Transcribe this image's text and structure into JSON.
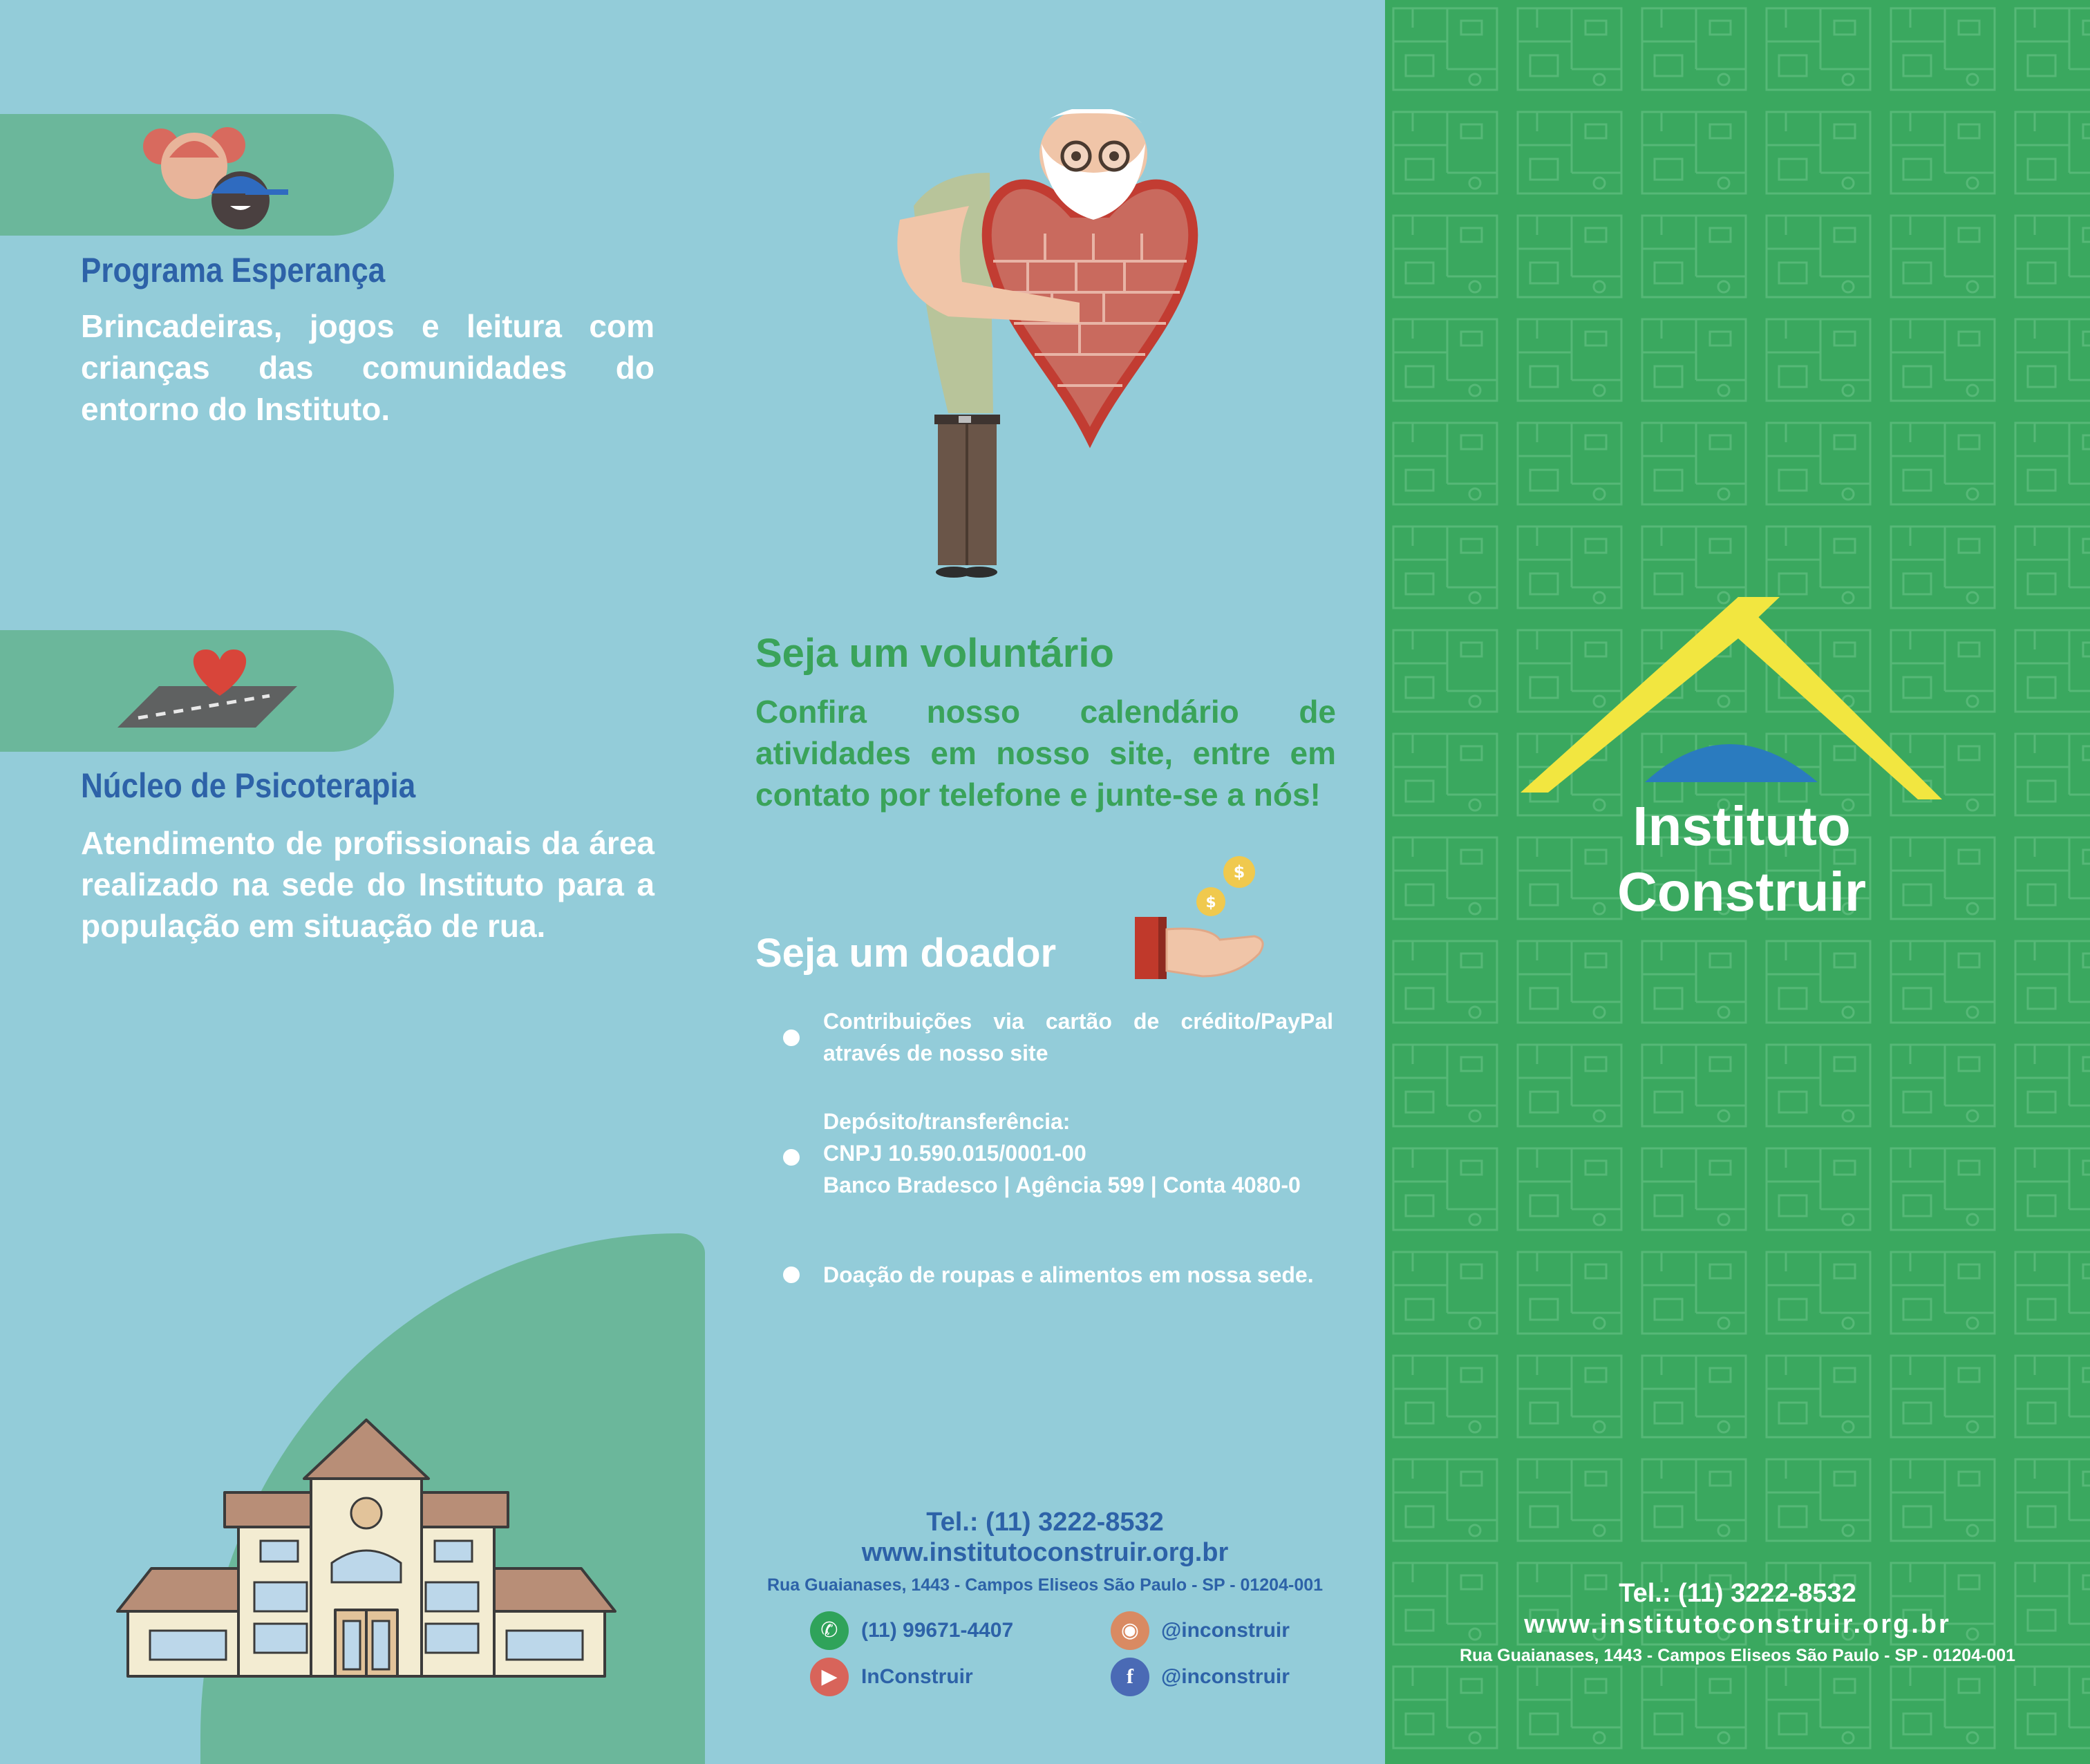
{
  "left": {
    "program1": {
      "title": "Programa Esperança",
      "text": "Brincadeiras, jogos e leitura com crianças das comunidades do entorno do Instituto."
    },
    "program2": {
      "title": "Núcleo de Psicoterapia",
      "text": "Atendimento de profissionais da área realizado na sede do Instituto para a população em situação de rua."
    }
  },
  "middle": {
    "volunteer": {
      "title": "Seja um voluntário",
      "text": "Confira nosso calendário de atividades em nosso site, entre em contato por telefone e junte-se a nós!"
    },
    "donor": {
      "title": "Seja um doador",
      "bullets": [
        {
          "lines": [
            "Contribuições via cartão de crédito/PayPal através de nosso site"
          ]
        },
        {
          "lines": [
            "Depósito/transferência:",
            "CNPJ 10.590.015/0001-00",
            "Banco Bradesco | Agência 599 | Conta 4080-0"
          ]
        },
        {
          "lines": [
            "Doação de roupas e alimentos em nossa sede."
          ]
        }
      ]
    },
    "contact": {
      "tel": "Tel.: (11) 3222-8532",
      "web": "www.institutoconstruir.org.br",
      "address": "Rua Guaianases, 1443 - Campos Eliseos São Paulo - SP - 01204-001"
    },
    "social": {
      "whatsapp": "(11) 99671-4407",
      "instagram": "@inconstruir",
      "youtube": "InConstruir",
      "facebook": "@inconstruir"
    }
  },
  "right": {
    "logo": {
      "line1": "Instituto",
      "line2": "Construir"
    },
    "contact": {
      "tel": "Tel.: (11) 3222-8532",
      "web": "www.institutoconstruir.org.br",
      "address": "Rua Guaianases, 1443 - Campos Eliseos São Paulo - SP - 01204-001"
    }
  },
  "colors": {
    "background": "#93ccd9",
    "green_panel": "#3aa85f",
    "pill": "#6bb79b",
    "blue_text": "#2d62a8",
    "green_text": "#3aa35a",
    "logo_yellow": "#f2e640",
    "logo_blue": "#2a7bbf"
  }
}
